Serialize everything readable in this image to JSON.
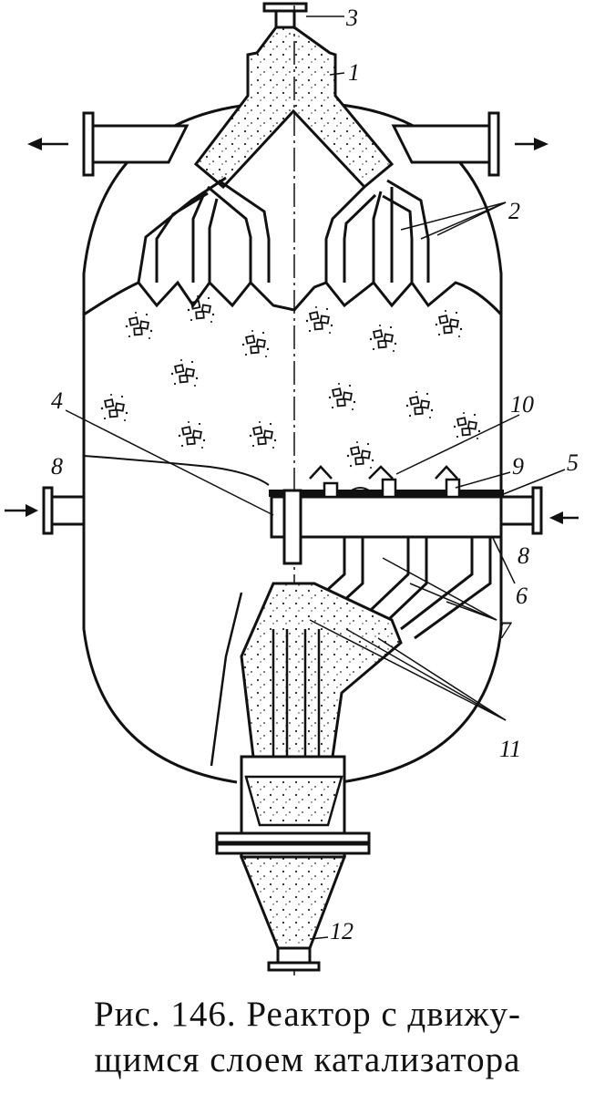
{
  "diagram": {
    "callouts": {
      "c1": "1",
      "c2": "2",
      "c3": "3",
      "c4": "4",
      "c5": "5",
      "c6": "6",
      "c7": "7",
      "c8_left": "8",
      "c8_right": "8",
      "c9": "9",
      "c10": "10",
      "c11": "11",
      "c12": "12"
    }
  },
  "caption": {
    "line1": "Рис.  146.  Реактор  с  движу-",
    "line2": "щимся  слоем  катализатора"
  }
}
